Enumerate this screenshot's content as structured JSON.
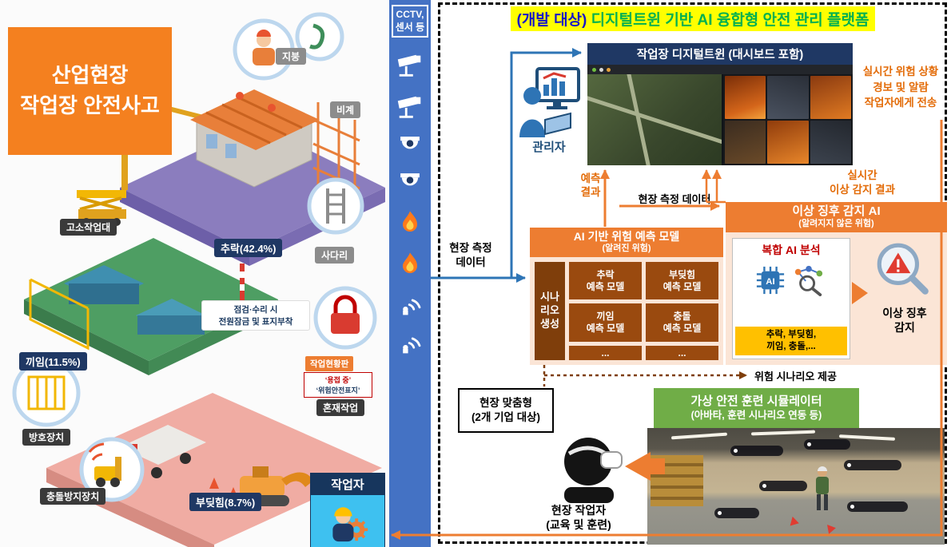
{
  "left_panel": {
    "title": "산업현장\n작업장 안전사고",
    "labels": {
      "roof": "지붕",
      "scaffold": "비계",
      "aerial_platform": "고소작업대",
      "fall_stat": "추락(42.4%)",
      "ladder": "사다리",
      "lockout_line1": "점검·수리 시",
      "lockout_line2": "전원잠금 및 표지부착",
      "work_board": "작업현황판",
      "work_board_line1": "‘용접 중’",
      "work_board_line2": "‘위험안전표지’",
      "pinch_stat": "끼임(11.5%)",
      "mixed_work": "혼재작업",
      "guard_device": "방호장치",
      "collision_device": "충돌방지장치",
      "bump_stat": "부딪힘(8.7%)"
    },
    "worker_box": {
      "title": "작업자"
    }
  },
  "sensor_strip": {
    "header": "CCTV,\n센서 등",
    "icons": [
      "cctv-camera",
      "cctv-camera",
      "dome-camera",
      "dome-camera",
      "flame-sensor",
      "flame-sensor",
      "wireless-sensor",
      "wireless-sensor"
    ]
  },
  "right_panel": {
    "title": {
      "prefix": "(개발 대상)",
      "main": "디지털트윈 기반 AI 융합형 안전 관리 플랫폼"
    },
    "digital_twin": {
      "header": "작업장 디지털트윈 (대시보드 포함)"
    },
    "manager_label": "관리자",
    "alert_note": "실시간 위험 상황\n경보 및 알람\n작업자에게 전송",
    "flow_labels": {
      "prediction_result": "예측\n결과",
      "field_data_horizontal": "현장 측정 데이터",
      "realtime_anomaly_result": "실시간\n이상 감지 결과",
      "field_data_left": "현장 측정\n데이터",
      "risk_scenario": "위험 시나리오 제공"
    },
    "prediction_box": {
      "title": "AI 기반 위험 예측 모델",
      "subtitle": "(알려진 위험)",
      "scenario_generation": "시나\n리오\n생성",
      "models": [
        "추락\n예측 모델",
        "부딪힘\n예측 모델",
        "끼임\n예측 모델",
        "충돌\n예측 모델",
        "...",
        "..."
      ]
    },
    "anomaly_box": {
      "title": "이상 징후 감지 AI",
      "subtitle": "(알려지지 않은 위험)",
      "analysis_title": "복합 AI 분석",
      "ai_chip_label": "AI",
      "hazard_list": "추락, 부딪힘,\n끼임, 충돌,...",
      "result_label": "이상 징후\n감지"
    },
    "custom_target_box": "현장 맞춤형\n(2개 기업 대상)",
    "simulator": {
      "title": "가상 안전 훈련 시뮬레이터",
      "subtitle": "(아바타, 훈련 시나리오 연동 등)"
    },
    "vr_worker_label": "현장 작업자\n(교육 및 훈련)",
    "colors": {
      "accent_orange": "#ED7D31",
      "accent_blue": "#2E75B6",
      "accent_green": "#70AD47",
      "navy": "#1F3864",
      "highlight_yellow": "#FFFF00"
    }
  }
}
